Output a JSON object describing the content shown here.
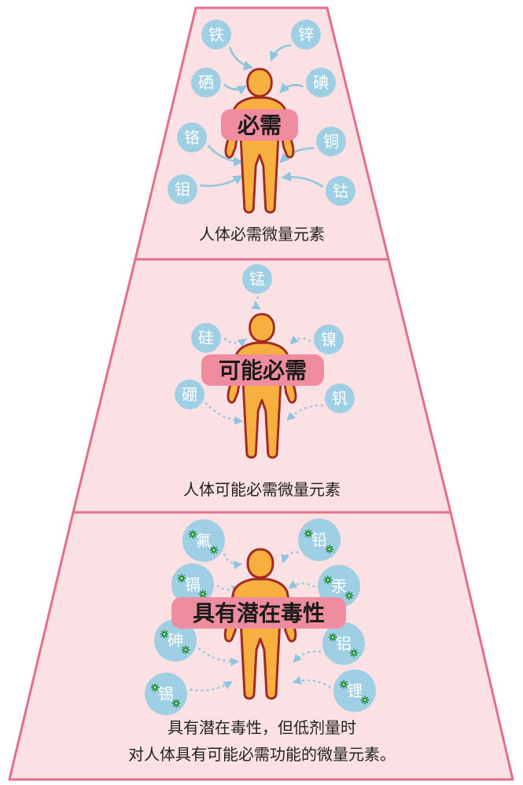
{
  "tiers": [
    {
      "label": "必需",
      "caption_lines": [
        "人体必需微量元素"
      ],
      "elements": [
        "铁",
        "锌",
        "硒",
        "碘",
        "铬",
        "铜",
        "钼",
        "钴"
      ]
    },
    {
      "label": "可能必需",
      "caption_lines": [
        "人体可能必需微量元素"
      ],
      "elements": [
        "锰",
        "硅",
        "镍",
        "硼",
        "钒"
      ]
    },
    {
      "label": "具有潜在毒性",
      "caption_lines": [
        "具有潜在毒性，但低剂量时",
        "对人体具有可能必需功能的微量元素。"
      ],
      "elements": [
        "氟",
        "铅",
        "镉",
        "汞",
        "砷",
        "铝",
        "锡",
        "锂"
      ]
    }
  ],
  "colors": {
    "tier_fill": "#fbe0e4",
    "tier_border": "#e46f8c",
    "label_box": "#f08ca0",
    "element_circle": "#9fcfe4",
    "body_fill": "#f7b040",
    "body_outline": "#a12a22",
    "arrow": "#8ec6df",
    "microbe": "#1f8a3a"
  },
  "icons": {
    "figure": "human-silhouette-icon",
    "toxic_marker": "microbe-icon"
  }
}
